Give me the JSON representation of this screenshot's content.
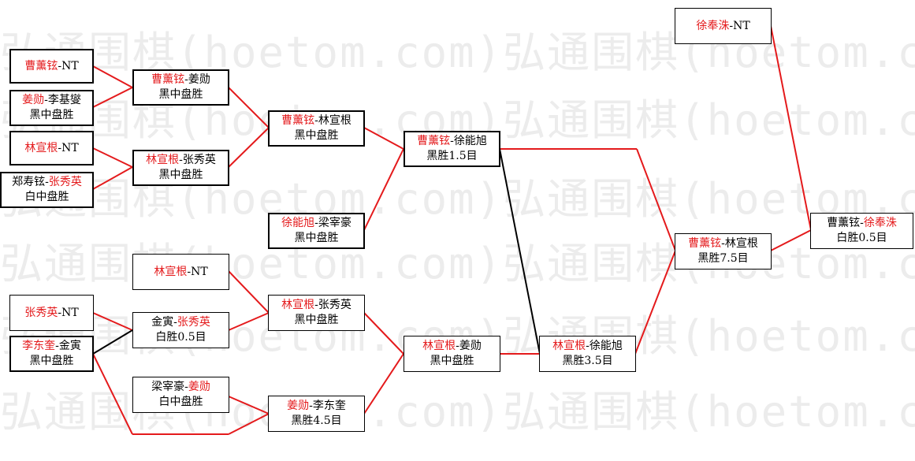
{
  "watermark": "弘通围棋(hoetom.com)弘通围棋(hoetom.com)",
  "colors": {
    "winner_text": "#e41a1c",
    "win_line": "#e41a1c",
    "loss_line": "#000000",
    "watermark": "#ececec"
  },
  "matches": [
    {
      "id": "r1-1",
      "p1": "曹薰铉",
      "p2": "NT",
      "winner": 1,
      "result": ""
    },
    {
      "id": "r1-2",
      "p1": "姜勋",
      "p2": "李基燮",
      "winner": 1,
      "result": "黑中盘胜"
    },
    {
      "id": "r1-3",
      "p1": "林宣根",
      "p2": "NT",
      "winner": 1,
      "result": ""
    },
    {
      "id": "r1-4",
      "p1": "郑寿铉",
      "p2": "张秀英",
      "winner": 2,
      "result": "白中盘胜"
    },
    {
      "id": "r2-1",
      "p1": "曹薰铉",
      "p2": "姜勋",
      "winner": 1,
      "result": "黑中盘胜"
    },
    {
      "id": "r2-2",
      "p1": "林宣根",
      "p2": "张秀英",
      "winner": 1,
      "result": "黑中盘胜"
    },
    {
      "id": "r3-1",
      "p1": "曹薰铉",
      "p2": "林宣根",
      "winner": 1,
      "result": "黑中盘胜"
    },
    {
      "id": "r3-2",
      "p1": "徐能旭",
      "p2": "梁宰豪",
      "winner": 1,
      "result": "黑中盘胜"
    },
    {
      "id": "r4-1",
      "p1": "曹薰铉",
      "p2": "徐能旭",
      "winner": 1,
      "result": "黑胜1.5目"
    },
    {
      "id": "l1-1",
      "p1": "林宣根",
      "p2": "NT",
      "winner": 1,
      "result": ""
    },
    {
      "id": "l1-2",
      "p1": "张秀英",
      "p2": "NT",
      "winner": 1,
      "result": ""
    },
    {
      "id": "l1-3",
      "p1": "李东奎",
      "p2": "金寅",
      "winner": 1,
      "result": "黑中盘胜"
    },
    {
      "id": "l2-1",
      "p1": "金寅",
      "p2": "张秀英",
      "winner": 2,
      "result": "白胜0.5目"
    },
    {
      "id": "l2-2",
      "p1": "梁宰豪",
      "p2": "姜勋",
      "winner": 2,
      "result": "白中盘胜"
    },
    {
      "id": "l3-1",
      "p1": "林宣根",
      "p2": "张秀英",
      "winner": 1,
      "result": "黑中盘胜"
    },
    {
      "id": "l3-2",
      "p1": "姜勋",
      "p2": "李东奎",
      "winner": 1,
      "result": "黑胜4.5目"
    },
    {
      "id": "l4-1",
      "p1": "林宣根",
      "p2": "姜勋",
      "winner": 1,
      "result": "黑中盘胜"
    },
    {
      "id": "l5-1",
      "p1": "林宣根",
      "p2": "徐能旭",
      "winner": 1,
      "result": "黑胜3.5目"
    },
    {
      "id": "f-1",
      "p1": "曹薰铉",
      "p2": "林宣根",
      "winner": 1,
      "result": "黑胜7.5目"
    },
    {
      "id": "top-1",
      "p1": "徐奉洙",
      "p2": "NT",
      "winner": 1,
      "result": ""
    },
    {
      "id": "fin",
      "p1": "曹薰铉",
      "p2": "徐奉洙",
      "winner": 2,
      "result": "白胜0.5目"
    }
  ]
}
